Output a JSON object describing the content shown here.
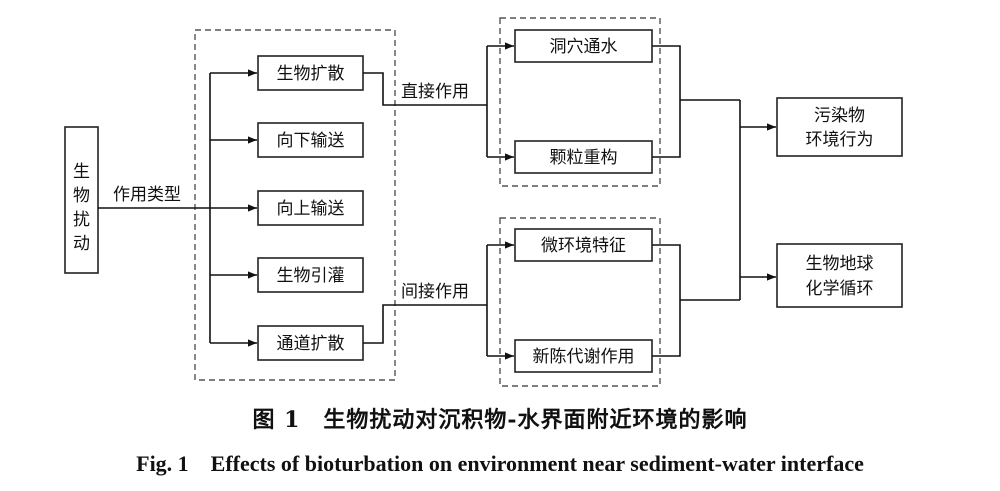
{
  "diagram": {
    "root": "生物扰动",
    "root_label": "作用类型",
    "types": [
      "生物扩散",
      "向下输送",
      "向上输送",
      "生物引灌",
      "通道扩散"
    ],
    "direct_label": "直接作用",
    "indirect_label": "间接作用",
    "direct_effects": [
      "洞穴通水",
      "颗粒重构"
    ],
    "indirect_effects": [
      "微环境特征",
      "新陈代谢作用"
    ],
    "outcome_1": [
      "污染物",
      "环境行为"
    ],
    "outcome_2": [
      "生物地球",
      "化学循环"
    ]
  },
  "caption": {
    "cn": "图 1　生物扰动对沉积物-水界面附近环境的影响",
    "en": "Fig. 1　Effects of bioturbation on environment near sediment-water interface"
  }
}
